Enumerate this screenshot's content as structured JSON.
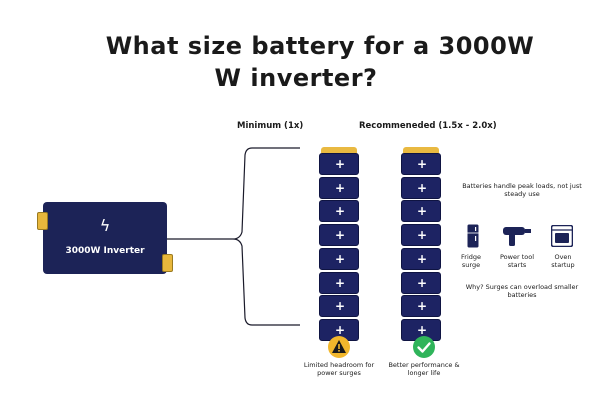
{
  "title": {
    "line1": "What size battery for a 3000W",
    "line2": "W inverter?"
  },
  "labels": {
    "minimum": "Minimum (1x)",
    "recommended": "Recommeneded (1.5x - 2.0x)"
  },
  "inverter": {
    "label": "3000W Inverter",
    "icon": "lightning-bolt-icon"
  },
  "battery_stacks": [
    {
      "name": "minimum",
      "cells": 8
    },
    {
      "name": "recommended",
      "cells": 8
    }
  ],
  "side_note": {
    "headline": "Batteries handle peak loads, not just steady use",
    "items": [
      {
        "icon": "fridge-icon",
        "label": "Fridge surge"
      },
      {
        "icon": "power-tool-icon",
        "label": "Power tool starts"
      },
      {
        "icon": "oven-icon",
        "label": "Oven startup"
      }
    ],
    "why": "Why? Surges can overload smaller batteries"
  },
  "badges": [
    {
      "icon": "warning-icon",
      "label": "Limited headroom for power surges",
      "color": "#f2b72c"
    },
    {
      "icon": "check-circle-icon",
      "label": "Better performance & longer life",
      "color": "#2fb45a"
    }
  ],
  "colors": {
    "battery": "#1d2363",
    "cap": "#e9b941",
    "inverter": "#1c2357",
    "connector": "#1a1a2a"
  }
}
